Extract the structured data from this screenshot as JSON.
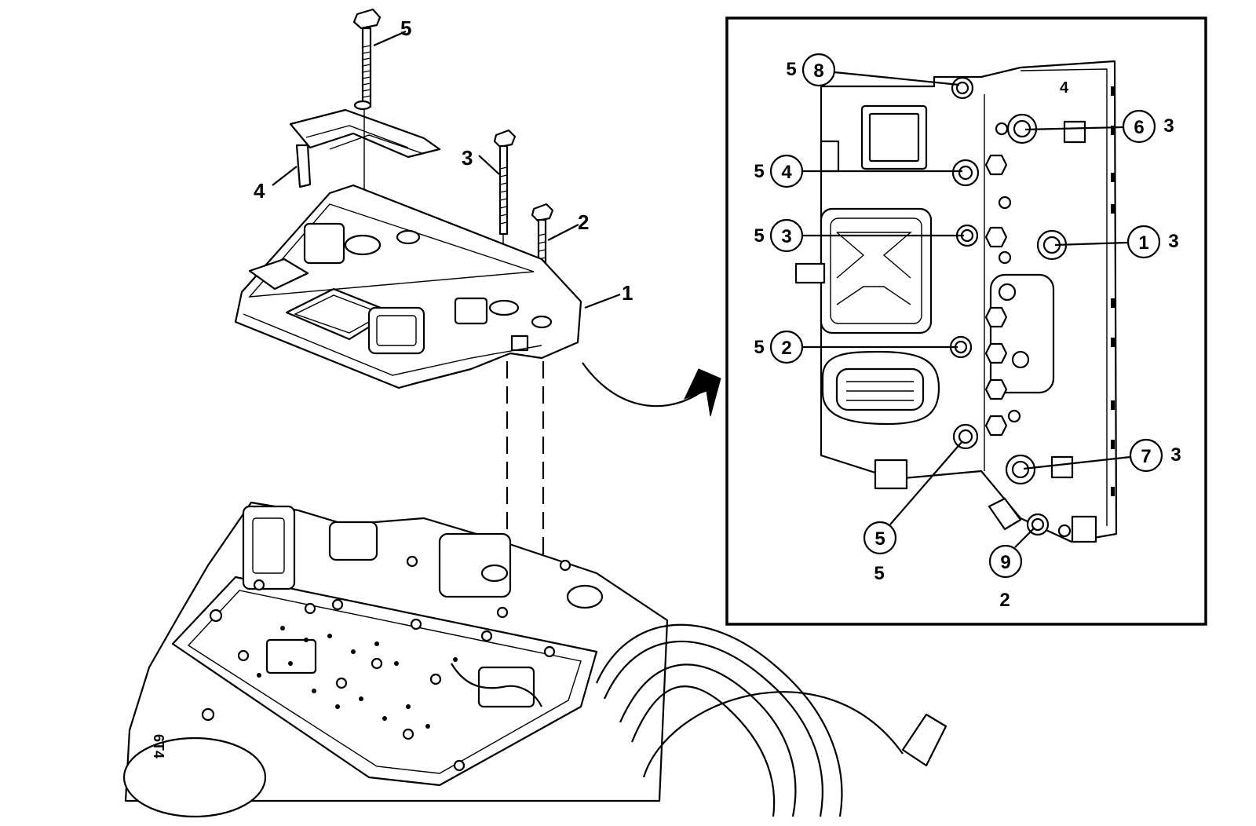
{
  "exploded_view": {
    "callouts": {
      "bolt_top": "5",
      "bracket": "4",
      "long_bolt": "3",
      "short_bolt": "2",
      "control_module": "1"
    },
    "case_marking": "6T4"
  },
  "detail_view": {
    "housing_marking": "4",
    "bolt_callouts": [
      {
        "circle": "8",
        "size": "5"
      },
      {
        "circle": "6",
        "size": "3"
      },
      {
        "circle": "4",
        "size": "5"
      },
      {
        "circle": "3",
        "size": "5"
      },
      {
        "circle": "1",
        "size": "3"
      },
      {
        "circle": "2",
        "size": "5"
      },
      {
        "circle": "7",
        "size": "3"
      },
      {
        "circle": "5",
        "size": "5"
      },
      {
        "circle": "9",
        "size": "2"
      }
    ]
  }
}
